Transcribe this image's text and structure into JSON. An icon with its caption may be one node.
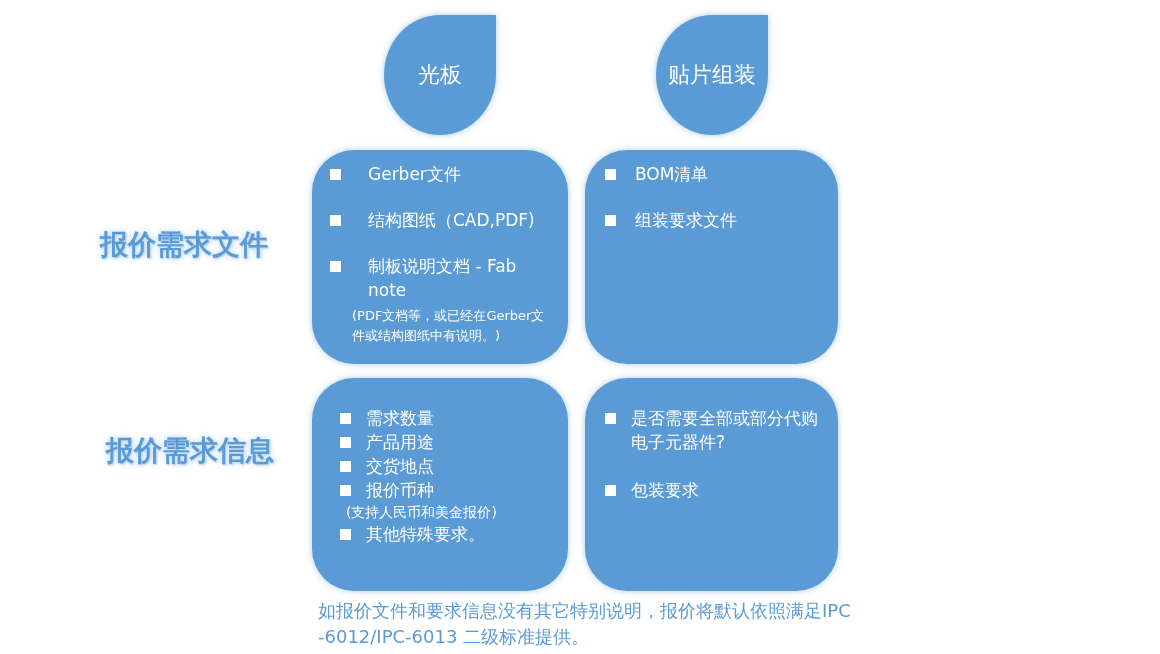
{
  "diagram": {
    "nodes": [
      {
        "text": [
          "光板"
        ]
      },
      {
        "text": [
          "贴片组装"
        ]
      },
      {
        "text": [
          "Gerber文件",
          "结构图纸（CAD,PDF)",
          "制板说明文档 - Fab note",
          "(PDF文档等，或已经在Gerber文件或结构图纸中有说明。)"
        ]
      },
      {
        "text": [
          "BOM清单",
          "组装要求文件"
        ]
      },
      {
        "text": [
          "需求数量",
          "产品用途",
          "交货地点",
          "报价币种",
          "(支持人民币和美金报价)",
          "其他特殊要求。"
        ]
      },
      {
        "text": [
          "是否需要全部或部分代购电子元器件?",
          "包装要求"
        ]
      }
    ],
    "labels": [
      "报价需求文件",
      "报价需求信息"
    ],
    "caption": "如报价文件和要求信息没有其它特别说明，报价将默认依照满足IPC -6012/IPC-6013 二级标准提供。"
  }
}
